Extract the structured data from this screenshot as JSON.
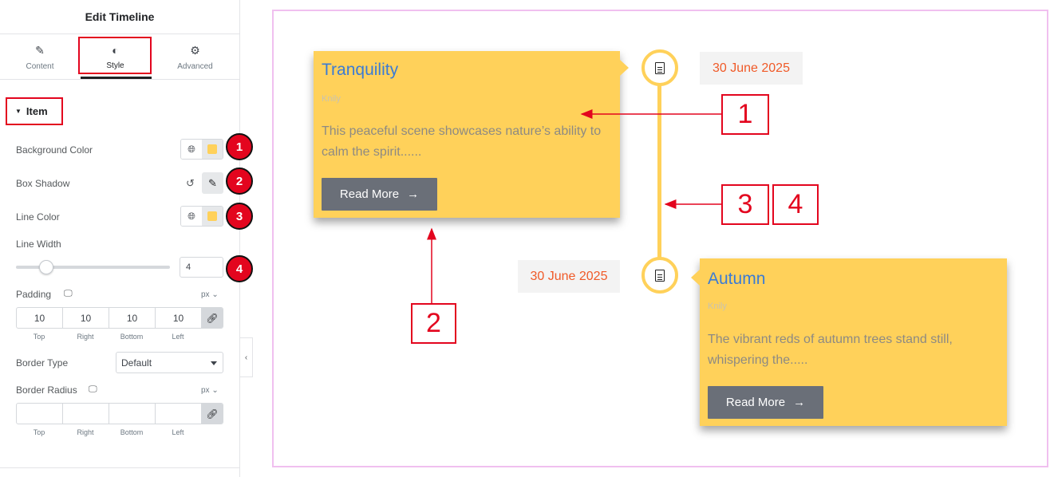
{
  "panel": {
    "title": "Edit Timeline",
    "tabs": [
      {
        "label": "Content",
        "icon": "pencil-icon"
      },
      {
        "label": "Style",
        "icon": "contrast-icon"
      },
      {
        "label": "Advanced",
        "icon": "gear-icon"
      }
    ],
    "active_tab": "Style",
    "section": {
      "label": "Item",
      "expanded": true
    },
    "controls": {
      "background_color": {
        "label": "Background Color",
        "value": "#ffd15a"
      },
      "box_shadow": {
        "label": "Box Shadow"
      },
      "line_color": {
        "label": "Line Color",
        "value": "#ffd15a"
      },
      "line_width": {
        "label": "Line Width",
        "value": "4",
        "slider_fraction": 0.2
      },
      "padding": {
        "label": "Padding",
        "unit": "px",
        "values": [
          "10",
          "10",
          "10",
          "10"
        ],
        "sides": [
          "Top",
          "Right",
          "Bottom",
          "Left"
        ]
      },
      "border_type": {
        "label": "Border Type",
        "value": "Default"
      },
      "border_radius": {
        "label": "Border Radius",
        "unit": "px",
        "values": [
          "",
          "",
          "",
          ""
        ],
        "sides": [
          "Top",
          "Right",
          "Bottom",
          "Left"
        ]
      }
    },
    "badges": [
      "1",
      "2",
      "3",
      "4"
    ]
  },
  "timeline": {
    "items": [
      {
        "title": "Tranquility",
        "author": "Knily",
        "excerpt": "This peaceful scene showcases nature’s ability to calm the spirit......",
        "button": "Read More",
        "date": "30 June 2025"
      },
      {
        "title": "Autumn",
        "author": "Knily",
        "excerpt": "The vibrant reds of autumn trees stand still, whispering the.....",
        "button": "Read More",
        "date": "30 June 2025"
      }
    ]
  },
  "annotations": [
    "1",
    "2",
    "3",
    "4"
  ],
  "colors": {
    "accent_red": "#e3051e",
    "card_yellow": "#ffd15a",
    "title_blue": "#3a7bd5",
    "date_orange": "#f05a28",
    "button_gray": "#6a6f78"
  }
}
